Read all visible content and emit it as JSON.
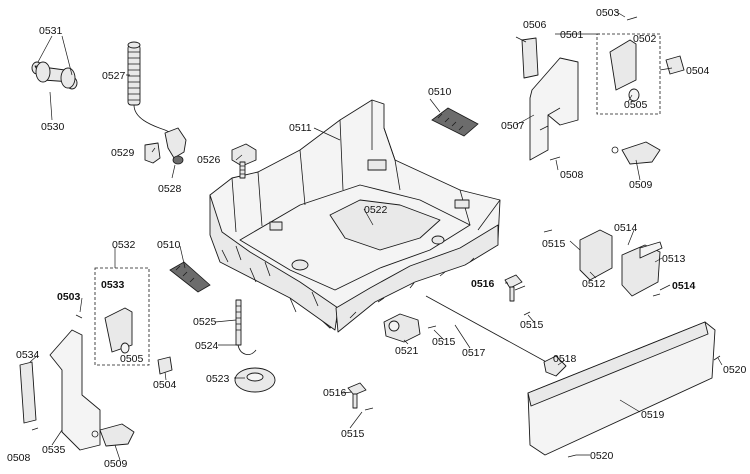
{
  "labels": {
    "p0501": "0501",
    "p0502": "0502",
    "p0503": "0503",
    "p0504": "0504",
    "p0505": "0505",
    "p0506": "0506",
    "p0507": "0507",
    "p0508": "0508",
    "p0509": "0509",
    "p0510": "0510",
    "p0511": "0511",
    "p0512": "0512",
    "p0513": "0513",
    "p0514": "0514",
    "p0515": "0515",
    "p0516": "0516",
    "p0517": "0517",
    "p0518": "0518",
    "p0519": "0519",
    "p0520": "0520",
    "p0521": "0521",
    "p0522": "0522",
    "p0523": "0523",
    "p0524": "0524",
    "p0525": "0525",
    "p0526": "0526",
    "p0527": "0527",
    "p0528": "0528",
    "p0529": "0529",
    "p0530": "0530",
    "p0531": "0531",
    "p0532": "0532",
    "p0533": "0533",
    "p0534": "0534",
    "p0535": "0535"
  }
}
